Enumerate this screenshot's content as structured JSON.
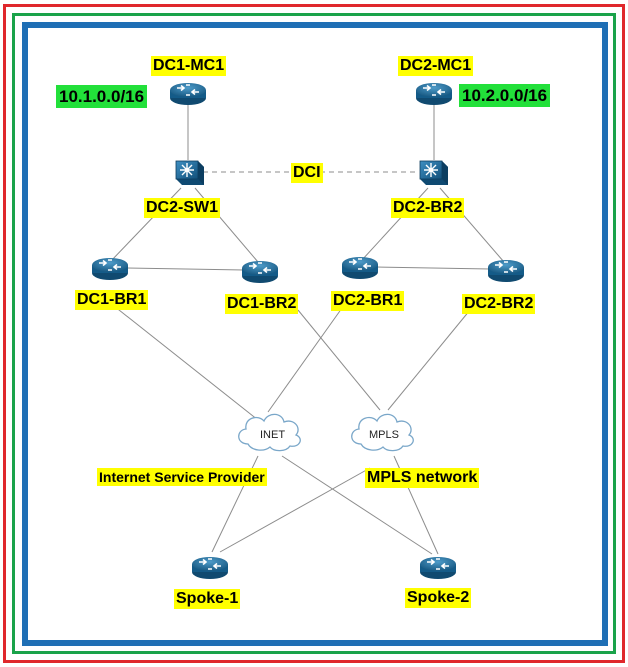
{
  "devices": {
    "dc1_mc1": "DC1-MC1",
    "dc2_mc1": "DC2-MC1",
    "dc2_sw1": "DC2-SW1",
    "dc2_br2_switch": "DC2-BR2",
    "dc1_br1": "DC1-BR1",
    "dc1_br2": "DC1-BR2",
    "dc2_br1": "DC2-BR1",
    "dc2_br2": "DC2-BR2",
    "spoke1": "Spoke-1",
    "spoke2": "Spoke-2"
  },
  "subnets": {
    "dc1": "10.1.0.0/16",
    "dc2": "10.2.0.0/16"
  },
  "links": {
    "dci": "DCI"
  },
  "clouds": {
    "inet": "INET",
    "mpls": "MPLS",
    "inet_label": "Internet Service Provider",
    "mpls_label": "MPLS network"
  },
  "colors": {
    "label_bg": "#ffff00",
    "subnet_bg": "#22e03a",
    "frame_outer": "#e0282c",
    "frame_middle": "#1aa34a",
    "frame_inner": "#1f6fb5",
    "device": "#1d6f9e"
  }
}
